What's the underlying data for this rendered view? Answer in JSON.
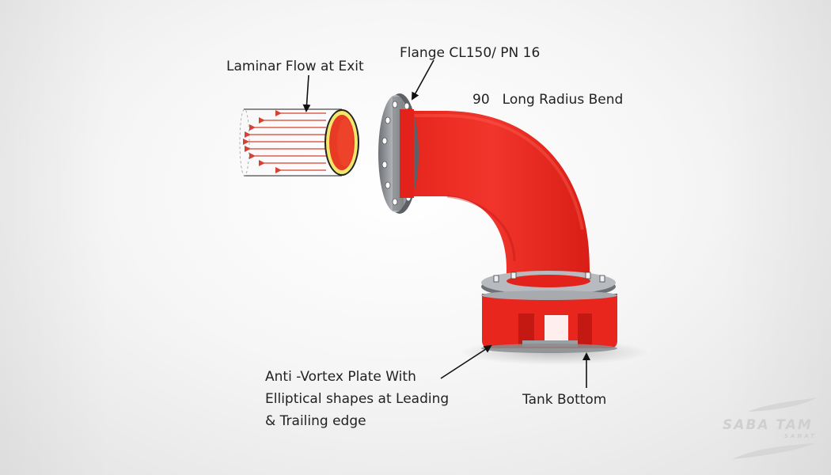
{
  "labels": {
    "laminar_flow": "Laminar Flow at Exit",
    "flange": "Flange CL150/ PN 16",
    "bend_angle": "90",
    "bend_text": "Long Radius Bend",
    "anti_vortex_line1": "Anti -Vortex Plate With",
    "anti_vortex_line2": "Elliptical shapes at Leading",
    "anti_vortex_line3": "& Trailing edge",
    "tank_bottom": "Tank Bottom"
  },
  "watermark": {
    "name": "SABA TAM",
    "sub": "SANAT"
  },
  "colors": {
    "pipe_red": "#ee2a22",
    "pipe_dark_red": "#c01410",
    "flange_gray": "#8a8d91",
    "pipe_inner_yellow": "#f3e66a",
    "flow_arrow": "#d8412f"
  }
}
